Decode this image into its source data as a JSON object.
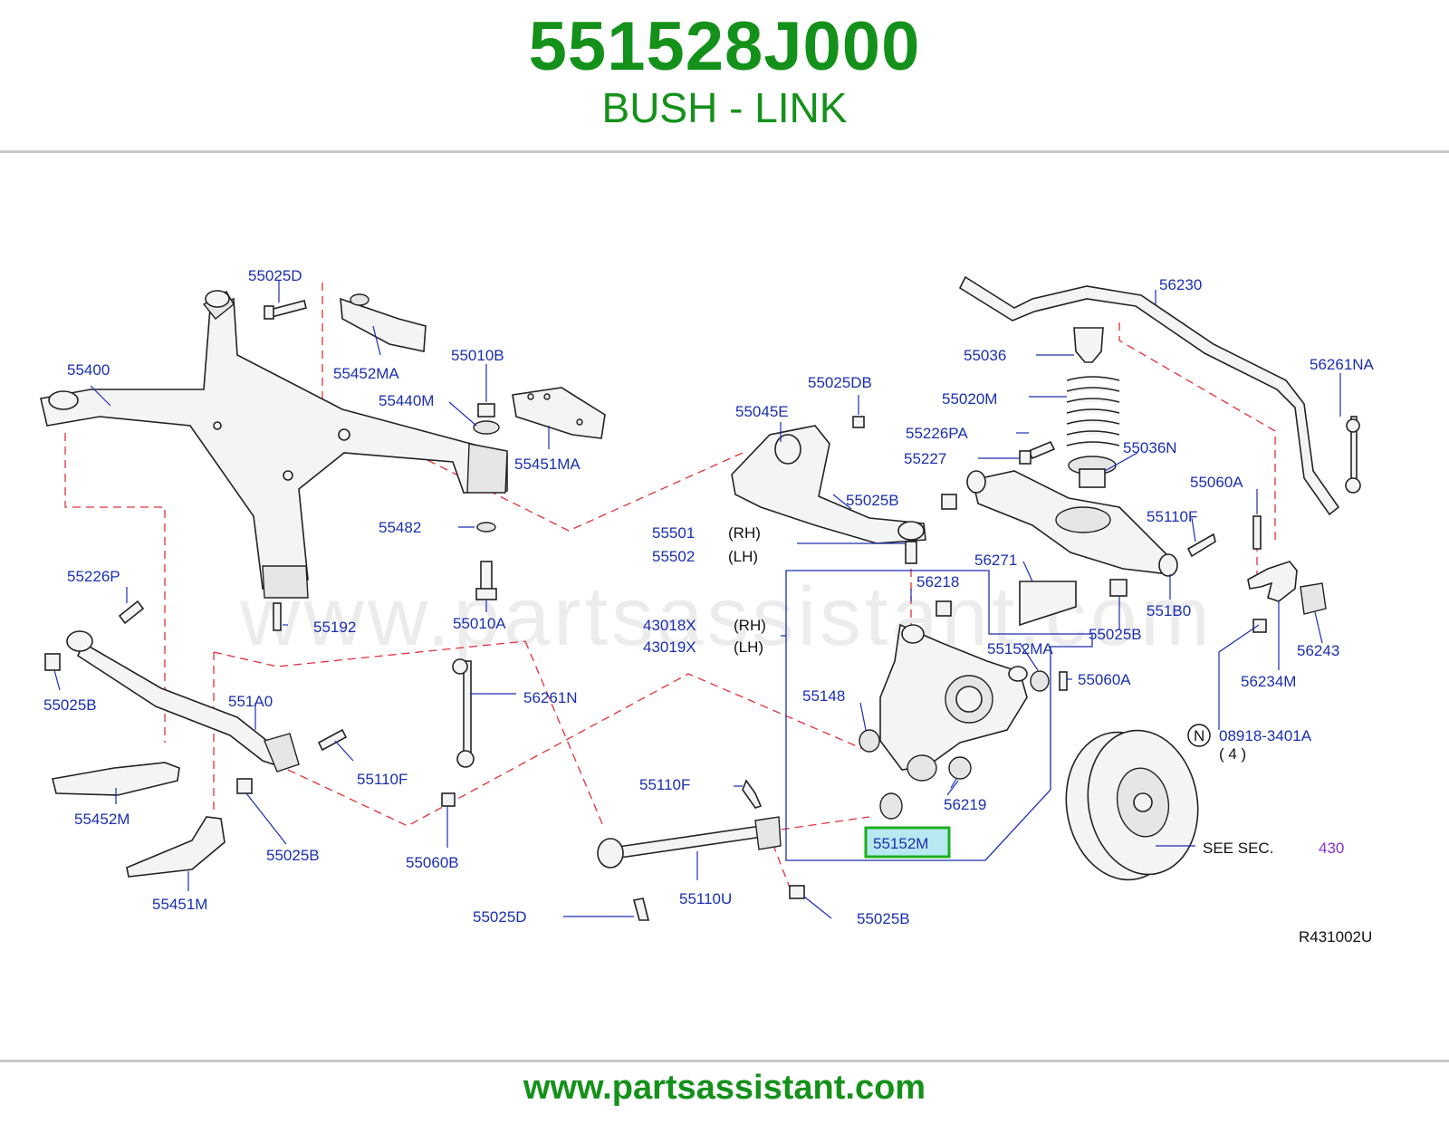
{
  "header": {
    "part_number": "551528J000",
    "part_description": "BUSH - LINK"
  },
  "watermark": "www.partsassistant.com",
  "footer": {
    "url": "www.partsassistant.com"
  },
  "diagram": {
    "code": "R431002U",
    "highlighted_label": "55152M",
    "see_section": {
      "text": "SEE  SEC.",
      "number": "430"
    },
    "note_count": "( 4 )",
    "n_symbol": "N",
    "side_rh": "(RH)",
    "side_lh": "(LH)",
    "labels": {
      "l55025D_top": "55025D",
      "l55400": "55400",
      "l55452MA": "55452MA",
      "l55010B": "55010B",
      "l55440M": "55440M",
      "l55451MA": "55451MA",
      "l55482": "55482",
      "l55010A": "55010A",
      "l55192": "55192",
      "l55226P": "55226P",
      "l55025B_left": "55025B",
      "l551A0": "551A0",
      "l55110F_left": "55110F",
      "l55452M": "55452M",
      "l55025B_lower": "55025B",
      "l55451M": "55451M",
      "l56261N": "56261N",
      "l55060B": "55060B",
      "l55025DB": "55025DB",
      "l55045E": "55045E",
      "l55025B_arm": "55025B",
      "l55501": "55501",
      "l55502": "55502",
      "l43018X": "43018X",
      "l43019X": "43019X",
      "l56218": "56218",
      "l55148": "55148",
      "l55152MA": "55152MA",
      "l56219": "56219",
      "l55110F_mid": "55110F",
      "l55110U": "55110U",
      "l55025D_bot": "55025D",
      "l55025B_bot": "55025B",
      "l56230": "56230",
      "l55036": "55036",
      "l55020M": "55020M",
      "l55226PA": "55226PA",
      "l55227": "55227",
      "l55036N": "55036N",
      "l55060A_top": "55060A",
      "l55110F_right": "55110F",
      "l56271": "56271",
      "l551B0": "551B0",
      "l55025B_right": "55025B",
      "l55060A_mid": "55060A",
      "l56261NA": "56261NA",
      "l56243": "56243",
      "l56234M": "56234M",
      "l08918": "08918-3401A"
    }
  },
  "colors": {
    "brand_green": "#14911a",
    "label_blue": "#1a2fb0",
    "highlight_border": "#18b01e",
    "highlight_fill": "#b8e8f0",
    "dash_red": "#e0303a",
    "section_purple": "#8a2fc8"
  }
}
